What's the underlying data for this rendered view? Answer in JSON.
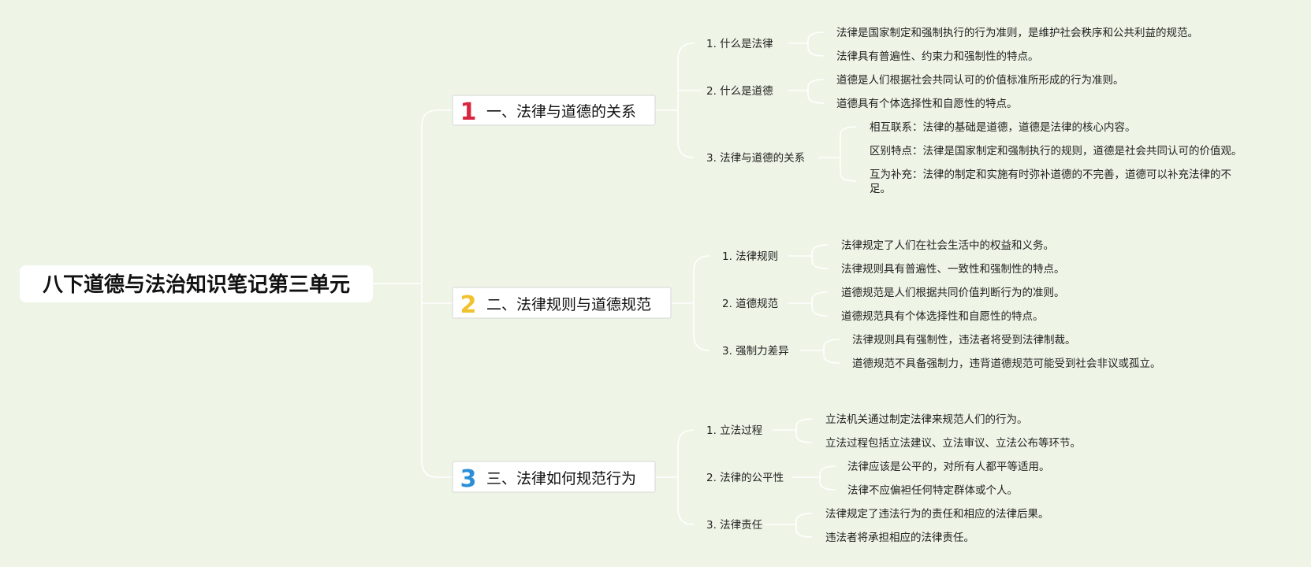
{
  "root": {
    "title": "八下道德与法治知识笔记第三单元"
  },
  "branches": [
    {
      "number": "1",
      "number_color": "#d9253f",
      "title": "一、法律与道德的关系",
      "subtopics": [
        {
          "label": "1. 什么是法律",
          "leaves": [
            "法律是国家制定和强制执行的行为准则，是维护社会秩序和公共利益的规范。",
            "法律具有普遍性、约束力和强制性的特点。"
          ]
        },
        {
          "label": "2. 什么是道德",
          "leaves": [
            "道德是人们根据社会共同认可的价值标准所形成的行为准则。",
            "道德具有个体选择性和自愿性的特点。"
          ]
        },
        {
          "label": "3. 法律与道德的关系",
          "leaves": [
            "相互联系：法律的基础是道德，道德是法律的核心内容。",
            "区别特点：法律是国家制定和强制执行的规则，道德是社会共同认可的价值观。",
            "互为补充：法律的制定和实施有时弥补道德的不完善，道德可以补充法律的不足。"
          ]
        }
      ]
    },
    {
      "number": "2",
      "number_color": "#f2c12e",
      "title": "二、法律规则与道德规范",
      "subtopics": [
        {
          "label": "1. 法律规则",
          "leaves": [
            "法律规定了人们在社会生活中的权益和义务。",
            "法律规则具有普遍性、一致性和强制性的特点。"
          ]
        },
        {
          "label": "2. 道德规范",
          "leaves": [
            "道德规范是人们根据共同价值判断行为的准则。",
            "道德规范具有个体选择性和自愿性的特点。"
          ]
        },
        {
          "label": "3. 强制力差异",
          "leaves": [
            "法律规则具有强制性，违法者将受到法律制裁。",
            "道德规范不具备强制力，违背道德规范可能受到社会非议或孤立。"
          ]
        }
      ]
    },
    {
      "number": "3",
      "number_color": "#2a8fd6",
      "title": "三、法律如何规范行为",
      "subtopics": [
        {
          "label": "1. 立法过程",
          "leaves": [
            "立法机关通过制定法律来规范人们的行为。",
            "立法过程包括立法建议、立法审议、立法公布等环节。"
          ]
        },
        {
          "label": "2. 法律的公平性",
          "leaves": [
            "法律应该是公平的，对所有人都平等适用。",
            "法律不应偏袒任何特定群体或个人。"
          ]
        },
        {
          "label": "3. 法律责任",
          "leaves": [
            "法律规定了违法行为的责任和相应的法律后果。",
            "违法者将承担相应的法律责任。"
          ]
        }
      ]
    }
  ]
}
